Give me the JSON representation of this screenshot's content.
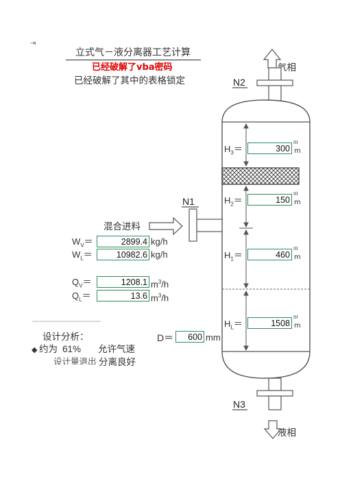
{
  "header": {
    "title": "立式气－液分离器工艺计算",
    "cracked_vba": "已经破解了vba密码",
    "cracked_sheet": "已经破解了其中的表格锁定"
  },
  "corner_mark": "⇥",
  "nozzles": {
    "n1": "N1",
    "n2": "N2",
    "n3": "N3"
  },
  "flows": {
    "gas_out": "气相",
    "liquid_out": "液相",
    "feed": "混合进料"
  },
  "inputs": {
    "wv": {
      "sym": "W",
      "sub": "V",
      "eq": "＝",
      "value": "2899.4",
      "unit": "kg/h"
    },
    "wl": {
      "sym": "W",
      "sub": "L",
      "eq": "＝",
      "value": "10982.6",
      "unit": "kg/h"
    },
    "qv": {
      "sym": "Q",
      "sub": "V",
      "eq": "＝",
      "value": "1208.1",
      "unit_base": "m",
      "unit_sup": "3",
      "unit_tail": "/h"
    },
    "ql": {
      "sym": "Q",
      "sub": "L",
      "eq": "＝",
      "value": "13.6",
      "unit_base": "m",
      "unit_sup": "3",
      "unit_tail": "/h"
    }
  },
  "diameter": {
    "sym": "D",
    "eq": "＝",
    "value": "600",
    "unit": "mm"
  },
  "heights": {
    "h3": {
      "sym": "H",
      "sub": "3",
      "eq": "＝",
      "value": "300"
    },
    "h2": {
      "sym": "H",
      "sub": "2",
      "eq": "＝",
      "value": "150"
    },
    "h1": {
      "sym": "H",
      "sub": "1",
      "eq": "＝",
      "value": "460"
    },
    "hl": {
      "sym": "H",
      "sub": "L",
      "eq": "＝",
      "value": "1508"
    }
  },
  "height_unit_fragments": {
    "top": "I I I",
    "bottom": "m"
  },
  "analysis": {
    "heading": "设计分析：",
    "bullet": "◆",
    "prefix": "约为",
    "percent": "61%",
    "allow_text": "允许气速",
    "overlap_text": "设计量退出",
    "good_text": "分离良好"
  },
  "colors": {
    "cell_border": "#2e8b57",
    "banner_red": "#e00000",
    "outline": "#555555"
  }
}
